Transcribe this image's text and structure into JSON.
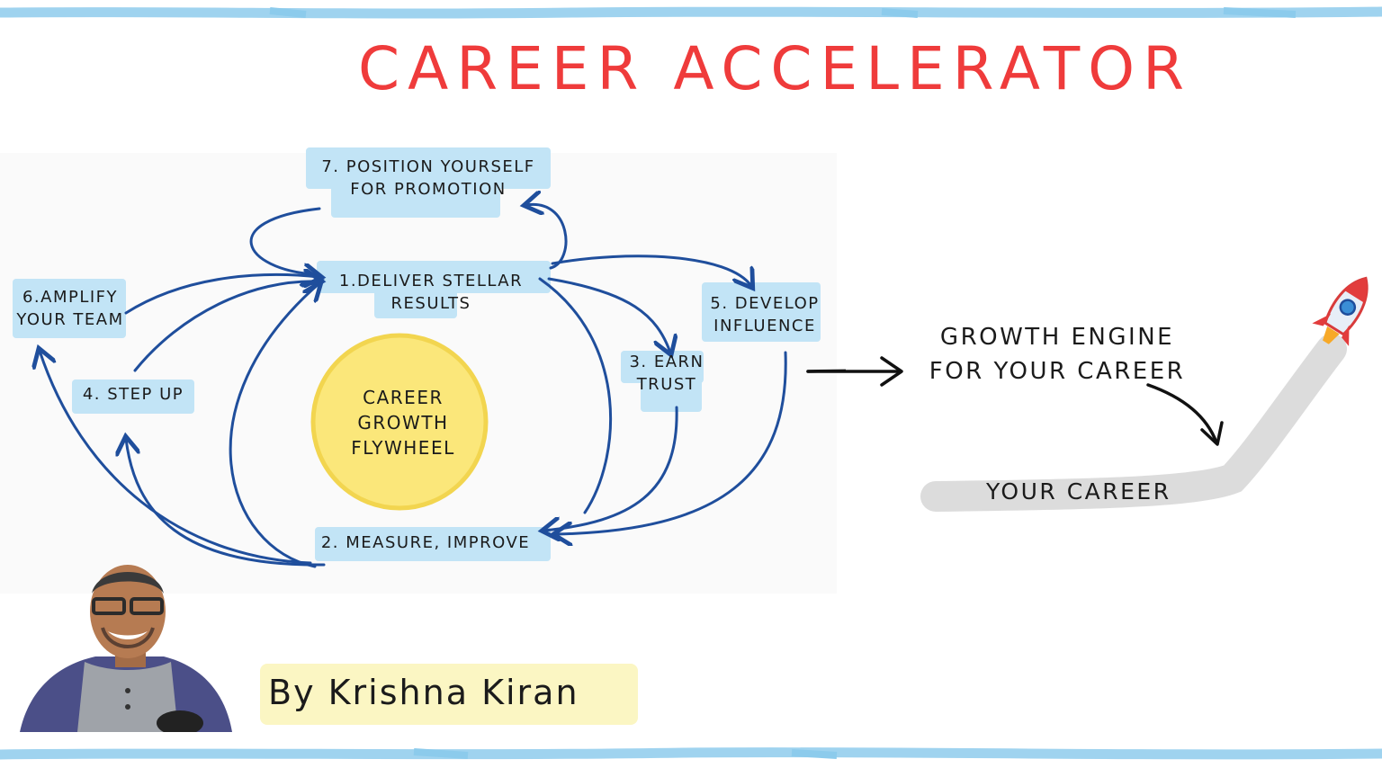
{
  "title": "CAREER ACCELERATOR",
  "flywheel": {
    "center_lines": [
      "CAREER",
      "GROWTH",
      "FLYWHEEL"
    ],
    "steps": {
      "deliver": [
        "1.DELIVER STELLAR",
        "RESULTS"
      ],
      "measure": [
        "2. MEASURE, IMPROVE"
      ],
      "earn": [
        "3. EARN",
        "TRUST"
      ],
      "step_up": [
        "4. STEP UP"
      ],
      "develop": [
        "5. DEVELOP",
        "INFLUENCE"
      ],
      "amplify": [
        "6.AMPLIFY",
        "YOUR TEAM"
      ],
      "position": [
        "7. POSITION YOURSELF",
        "FOR PROMOTION"
      ]
    }
  },
  "growth_engine": [
    "GROWTH ENGINE",
    "FOR YOUR CAREER"
  ],
  "career_label": "YOUR CAREER",
  "byline": "By Krishna Kiran",
  "colors": {
    "title": "#ef3b3b",
    "highlight": "#c2e4f6",
    "arrow": "#1f4e9c",
    "sun": "#fbe77a",
    "track": "#dcdcdc",
    "stripe": "#9fd3ef"
  },
  "icons": [
    "rocket-icon",
    "portrait-photo"
  ]
}
